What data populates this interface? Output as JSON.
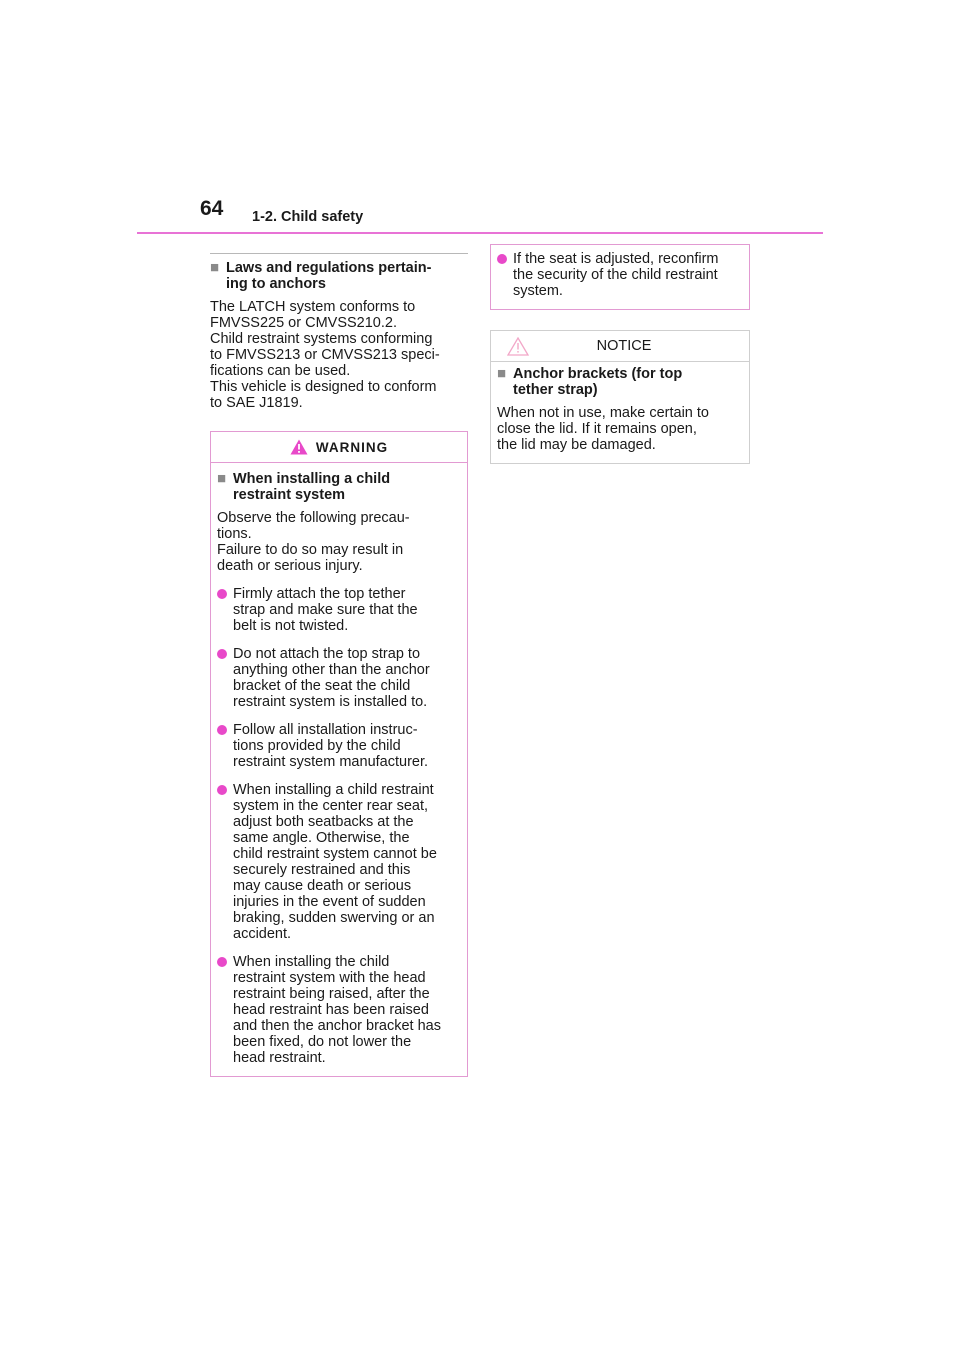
{
  "header": {
    "page_number": "64",
    "section": "1-2. Child safety"
  },
  "left": {
    "heading_lines": [
      "Laws and regulations pertain-",
      "ing to anchors"
    ],
    "body_lines": [
      "The LATCH system conforms to",
      "FMVSS225 or CMVSS210.2.",
      "Child restraint systems conforming",
      "to FMVSS213 or CMVSS213 speci-",
      "fications can be used.",
      "This vehicle is designed to conform",
      "to SAE J1819."
    ],
    "warning": {
      "label": "WARNING",
      "heading_lines": [
        "When installing a child",
        "restraint system"
      ],
      "intro_lines": [
        "Observe the following precau-",
        "tions.",
        "Failure to do so may result in",
        "death or serious injury."
      ],
      "bullets": [
        [
          "Firmly attach the top tether",
          "strap and make sure that the",
          "belt is not twisted."
        ],
        [
          "Do not attach the top strap to",
          "anything other than the anchor",
          "bracket of the seat the child",
          "restraint system is installed to."
        ],
        [
          "Follow all installation instruc-",
          "tions provided by the child",
          "restraint system manufacturer."
        ],
        [
          "When installing a child restraint",
          "system in the center rear seat,",
          "adjust both seatbacks at the",
          "same angle. Otherwise, the",
          "child restraint system cannot be",
          "securely restrained and this",
          "may cause death or serious",
          "injuries in the event of sudden",
          "braking, sudden swerving or an",
          "accident."
        ],
        [
          "When installing the child",
          "restraint system with the head",
          "restraint being raised, after the",
          "head restraint has been raised",
          "and then the anchor bracket has",
          "been fixed, do not lower the",
          "head restraint."
        ]
      ]
    }
  },
  "right": {
    "continued_bullet": [
      "If the seat is adjusted, reconfirm",
      "the security of the child restraint",
      "system."
    ],
    "notice": {
      "label": "NOTICE",
      "heading_lines": [
        "Anchor brackets (for top",
        "tether strap)"
      ],
      "body_lines": [
        "When not in use, make certain to",
        "close the lid. If it remains open,",
        "the lid may be damaged."
      ]
    }
  },
  "colors": {
    "accent_pink": "#e873d6",
    "bullet_magenta": "#e849c9",
    "warning_border": "#e29ad2",
    "notice_border": "#cfcfcf",
    "warning_triangle": "#e849c9",
    "notice_triangle": "#f2a7c8"
  },
  "icons": {
    "warning": "warning-triangle-icon",
    "notice": "caution-triangle-outline-icon",
    "section_marker": "square-bullet-icon",
    "list_marker": "round-bullet-icon"
  }
}
